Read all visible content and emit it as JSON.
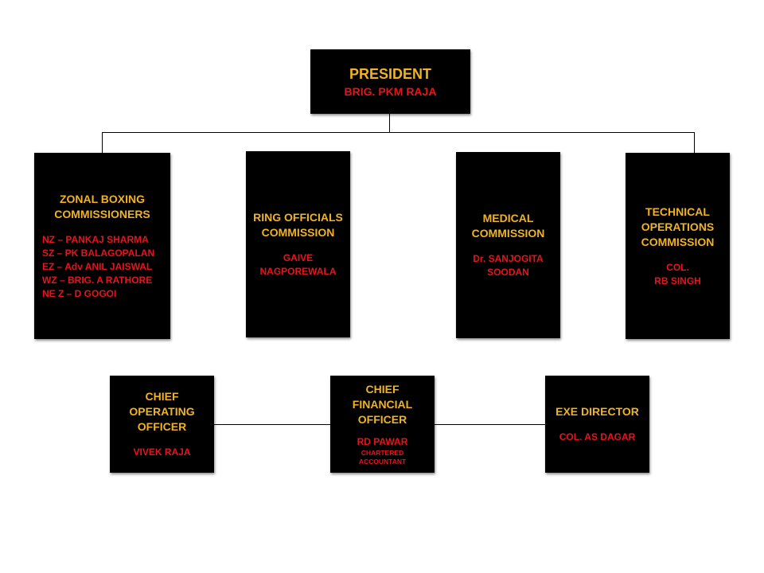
{
  "president": {
    "title": "PRESIDENT",
    "name": "BRIG. PKM RAJA"
  },
  "commissions": [
    {
      "title_lines": [
        "ZONAL BOXING",
        "COMMISSIONERS"
      ],
      "name_lines": [
        "NZ – PANKAJ SHARMA",
        "SZ – PK BALAGOPALAN",
        "EZ – Adv ANIL  JAISWAL",
        "WZ – BRIG.  A RATHORE",
        "NE Z – D GOGOI"
      ]
    },
    {
      "title_lines": [
        "RING OFFICIALS",
        "COMMISSION"
      ],
      "name_lines": [
        "GAIVE",
        "NAGPOREWALA"
      ]
    },
    {
      "title_lines": [
        "MEDICAL",
        "COMMISSION"
      ],
      "name_lines": [
        "Dr. SANJOGITA",
        "SOODAN"
      ]
    },
    {
      "title_lines": [
        "TECHNICAL",
        "OPERATIONS",
        "COMMISSION"
      ],
      "name_lines": [
        "COL.",
        "RB SINGH"
      ]
    }
  ],
  "officers": [
    {
      "title_lines": [
        "CHIEF",
        "OPERATING",
        "OFFICER"
      ],
      "name": "VIVEK RAJA"
    },
    {
      "title_lines": [
        "CHIEF",
        "FINANCIAL",
        "OFFICER"
      ],
      "name": "RD PAWAR",
      "sub_lines": [
        "CHARTERED",
        "ACCOUNTANT"
      ]
    },
    {
      "title_lines": [
        "EXE DIRECTOR"
      ],
      "name": "COL.  AS DAGAR"
    }
  ],
  "colors": {
    "box": "#000000",
    "title": "#f0b322",
    "name": "#e8141c",
    "line": "#000000"
  }
}
